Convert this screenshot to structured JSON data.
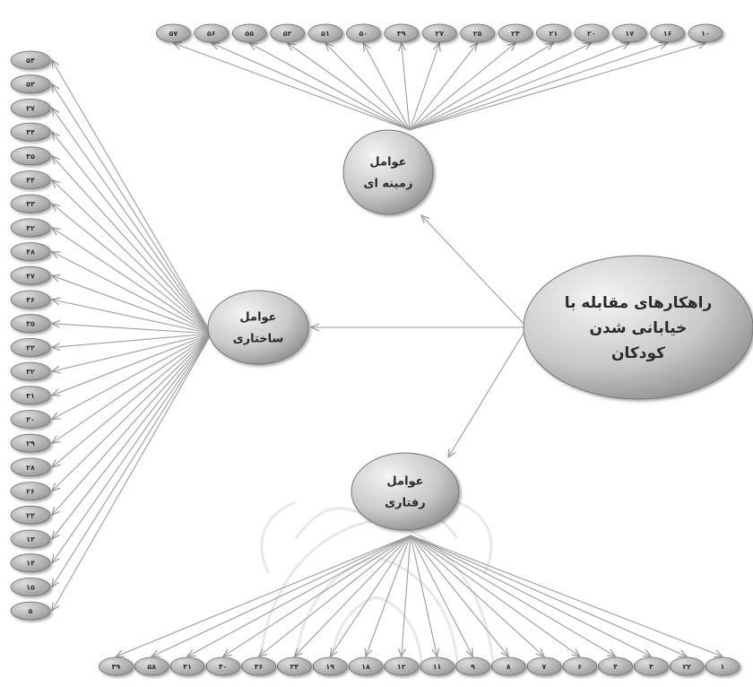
{
  "colors": {
    "node_fill_light": "#f2f2f2",
    "node_fill_dark": "#7d7d7d",
    "node_stroke": "#777777",
    "arrow": "#9c9c9c",
    "text": "#2b2b2b"
  },
  "root": {
    "lines": [
      "راهکارهای مقابله با",
      "خیابانی شدن",
      "کودکان"
    ]
  },
  "groups": {
    "context": {
      "lines": [
        "عوامل",
        "زمینه ای"
      ],
      "items": [
        "۱۰",
        "۱۶",
        "۱۷",
        "۲۰",
        "۲۱",
        "۲۴",
        "۲۵",
        "۲۷",
        "۳۹",
        "۵۰",
        "۵۱",
        "۵۲",
        "۵۵",
        "۵۶",
        "۵۷"
      ]
    },
    "structural": {
      "lines": [
        "عوامل",
        "ساختاری"
      ],
      "items": [
        "۵۴",
        "۵۳",
        "۳۷",
        "۴۴",
        "۴۵",
        "۴۴",
        "۴۳",
        "۴۲",
        "۴۸",
        "۴۷",
        "۴۶",
        "۳۵",
        "۳۳",
        "۳۲",
        "۳۱",
        "۳۰",
        "۲۹",
        "۲۸",
        "۲۶",
        "۲۳",
        "۱۳",
        "۱۴",
        "۱۵",
        "۵"
      ]
    },
    "behavioral": {
      "lines": [
        "عوامل",
        "رفتاری"
      ],
      "items": [
        "۱",
        "۲۲",
        "۳",
        "۴",
        "۶",
        "۷",
        "۸",
        "۹",
        "۱۱",
        "۱۲",
        "۱۸",
        "۱۹",
        "۳۴",
        "۳۶",
        "۴۰",
        "۴۱",
        "۵۸",
        "۴۹"
      ]
    }
  }
}
